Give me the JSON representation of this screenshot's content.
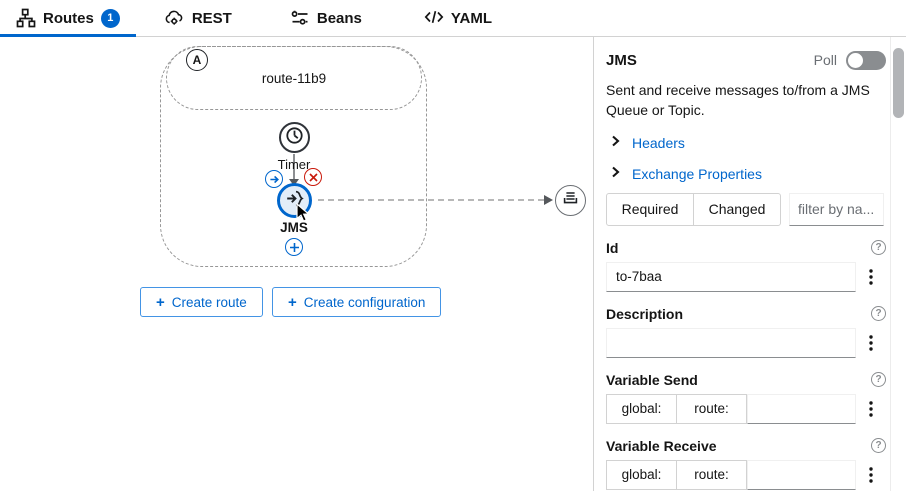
{
  "tabs": {
    "items": [
      {
        "label": "Routes",
        "badge": "1"
      },
      {
        "label": "REST"
      },
      {
        "label": "Beans"
      },
      {
        "label": "YAML"
      }
    ]
  },
  "canvas": {
    "route_badge": "A",
    "route_label": "route-11b9",
    "timer_label": "Timer",
    "jms_label": "JMS",
    "plus": "+",
    "create_route_label": "Create route",
    "create_config_label": "Create configuration"
  },
  "panel": {
    "title": "JMS",
    "poll_label": "Poll",
    "description": "Sent and receive messages to/from a JMS Queue or Topic.",
    "sections": [
      {
        "label": "Headers"
      },
      {
        "label": "Exchange Properties"
      }
    ],
    "filter": {
      "required": "Required",
      "changed": "Changed",
      "placeholder": "filter by na..."
    },
    "fields": [
      {
        "label": "Id",
        "value": "to-7baa"
      },
      {
        "label": "Description",
        "value": ""
      },
      {
        "label": "Variable Send",
        "global": "global:",
        "route": "route:",
        "value": ""
      },
      {
        "label": "Variable Receive",
        "global": "global:",
        "route": "route:",
        "value": ""
      }
    ],
    "help_glyph": "?"
  },
  "colors": {
    "accent": "#0066cc",
    "danger": "#c9190b",
    "toggle_off": "#8a8d90"
  }
}
